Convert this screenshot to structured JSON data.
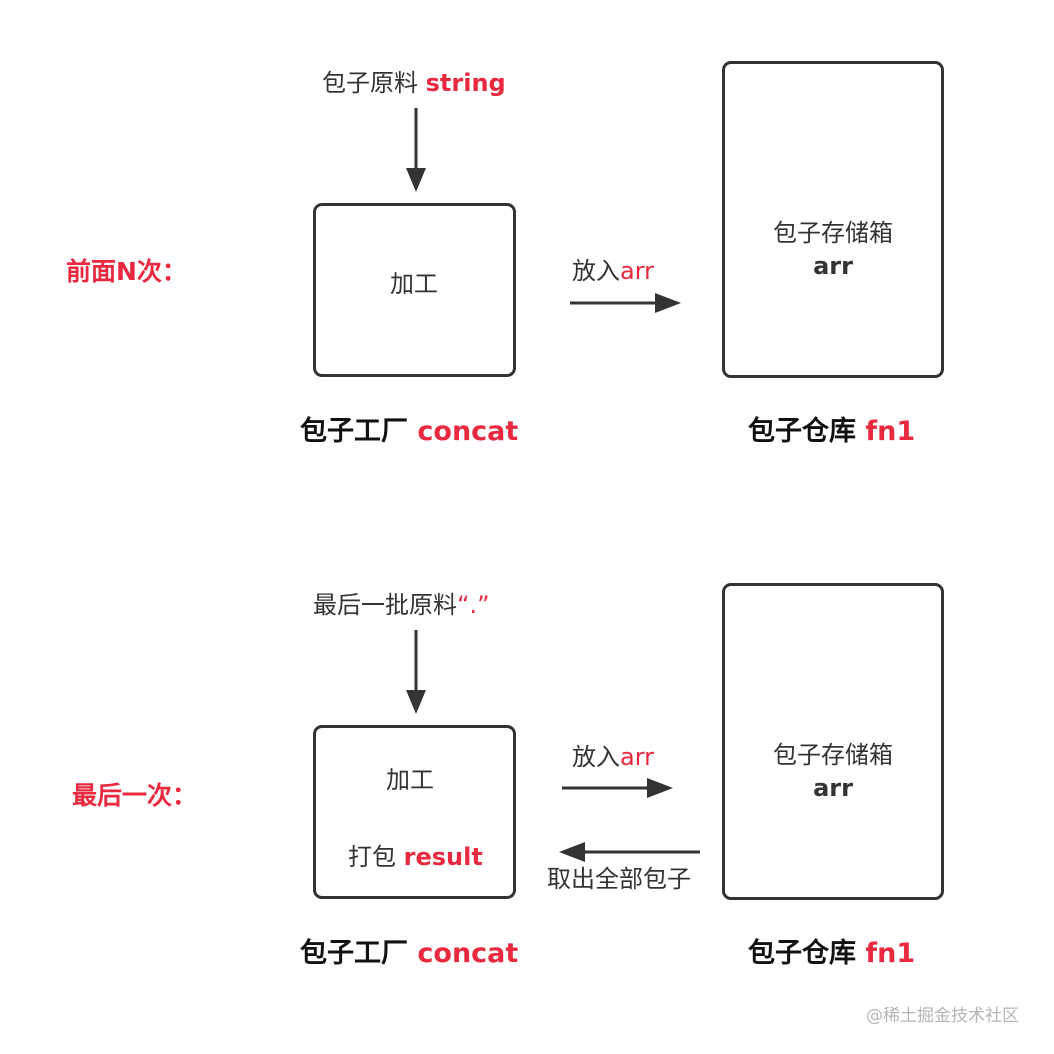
{
  "colors": {
    "accent": "#e8293f",
    "stroke": "#333333",
    "text": "#222222"
  },
  "top": {
    "row_label": "前面N次：",
    "input_label": "包子原料",
    "input_value": "string",
    "factory_box_text": "加工",
    "arrow_label": "放入",
    "arrow_label_value": "arr",
    "warehouse_box_text": "包子存储箱",
    "warehouse_box_value": "arr",
    "factory_caption": "包子工厂",
    "factory_caption_value": "concat",
    "warehouse_caption": "包子仓库",
    "warehouse_caption_value": "fn1"
  },
  "bottom": {
    "row_label": "最后一次：",
    "input_label": "最后一批原料",
    "input_value": "“.”",
    "factory_box_text": "加工",
    "factory_box_pack": "打包",
    "factory_box_pack_value": "result",
    "arrow_in_label": "放入",
    "arrow_in_label_value": "arr",
    "arrow_out_label": "取出全部包子",
    "warehouse_box_text": "包子存储箱",
    "warehouse_box_value": "arr",
    "factory_caption": "包子工厂",
    "factory_caption_value": "concat",
    "warehouse_caption": "包子仓库",
    "warehouse_caption_value": "fn1"
  },
  "watermark": "@稀土掘金技术社区"
}
